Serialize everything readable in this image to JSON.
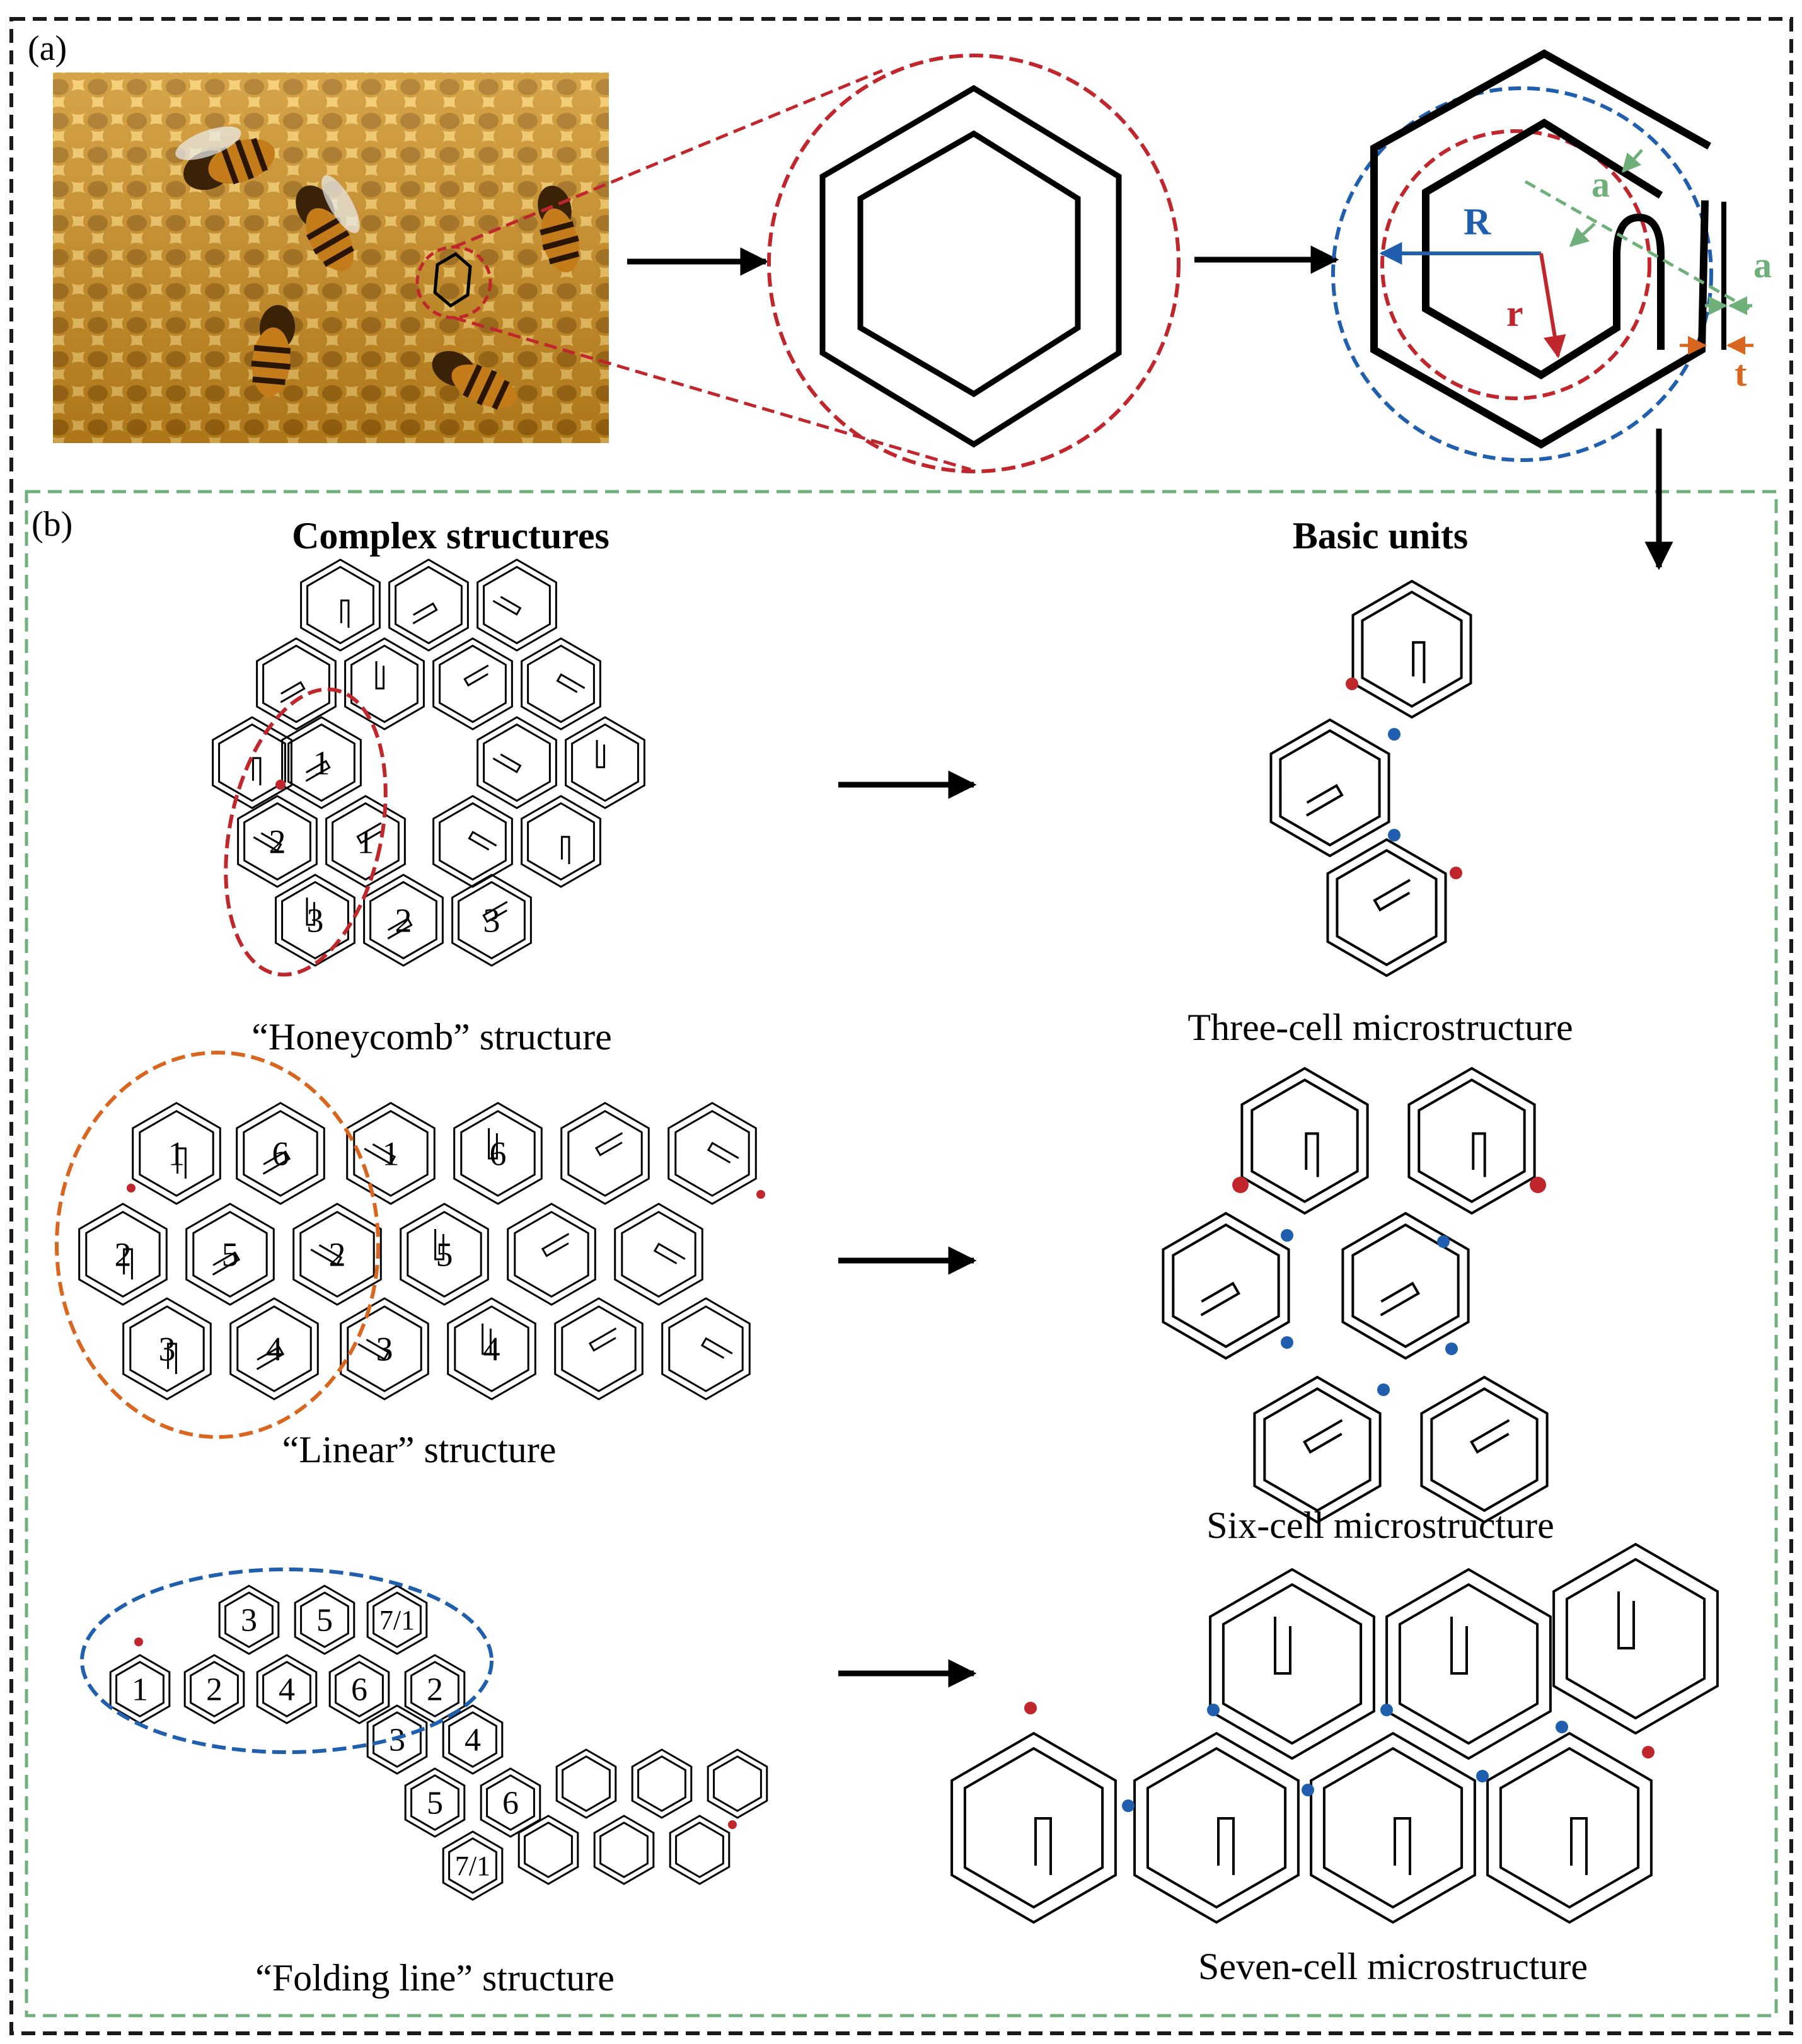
{
  "panel_a": {
    "label": "(a)"
  },
  "panel_b": {
    "label": "(b)",
    "heading_left": "Complex structures",
    "heading_right": "Basic units"
  },
  "dimension_labels": {
    "R": "R",
    "r": "r",
    "a_top": "a",
    "a_right": "a",
    "t": "t"
  },
  "structures": [
    {
      "name": "“Honeycomb” structure",
      "unit": "Three-cell microstructure",
      "numbers": [
        "1",
        "1",
        "2",
        "3",
        "2",
        "3"
      ]
    },
    {
      "name": "“Linear” structure",
      "unit": "Six-cell microstructure",
      "numbers": [
        "1",
        "6",
        "1",
        "6",
        "2",
        "5",
        "2",
        "5",
        "3",
        "4",
        "3",
        "4"
      ]
    },
    {
      "name": "“Folding line” structure",
      "unit": "Seven-cell microstructure",
      "numbers": [
        "3",
        "5",
        "7/1",
        "1",
        "2",
        "4",
        "6",
        "2",
        "3",
        "4",
        "5",
        "6",
        "7/1"
      ]
    }
  ],
  "colors": {
    "outer_frame": "#1a1a1a",
    "panel_b_frame": "#6fb07a",
    "red": "#c0272d",
    "blue": "#1f5fad",
    "green": "#6fb07a",
    "orange": "#d9661f",
    "honeycomb_wax": "#e8b64c"
  }
}
